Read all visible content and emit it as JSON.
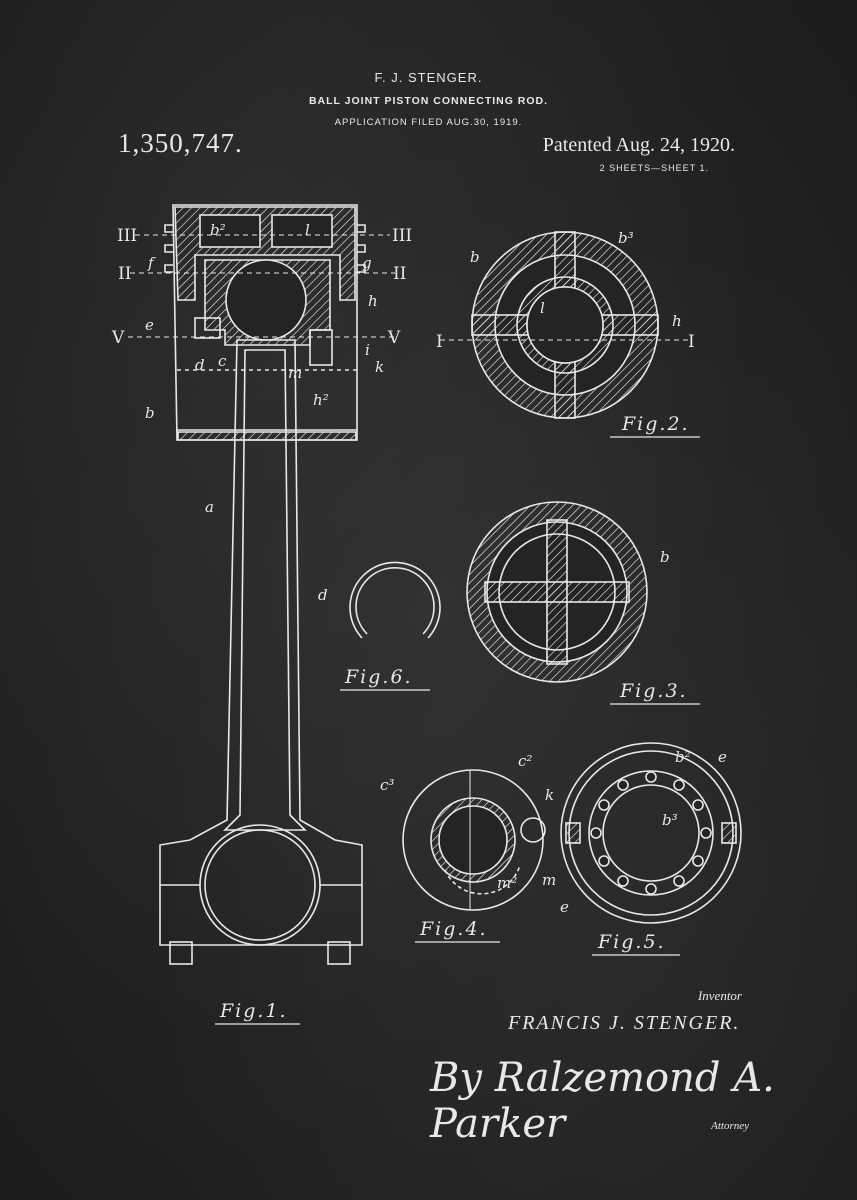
{
  "header": {
    "inventor": "F. J. STENGER.",
    "title": "BALL JOINT PISTON CONNECTING ROD.",
    "filed": "APPLICATION FILED AUG.30, 1919.",
    "patent_number": "1,350,747.",
    "patented": "Patented Aug. 24, 1920.",
    "sheets": "2 SHEETS—SHEET 1."
  },
  "figures": {
    "fig1": "Fig.1.",
    "fig2": "Fig.2.",
    "fig3": "Fig.3.",
    "fig4": "Fig.4.",
    "fig5": "Fig.5.",
    "fig6": "Fig.6."
  },
  "labels": {
    "a": "a",
    "b": "b",
    "b2": "b²",
    "b3": "b³",
    "c": "c",
    "c2": "c²",
    "c3": "c³",
    "d": "d",
    "e": "e",
    "f": "f",
    "g": "g",
    "h": "h",
    "h2": "h²",
    "i": "i",
    "k": "k",
    "l": "l",
    "m": "m",
    "m2": "m²",
    "I": "I",
    "II": "II",
    "III": "III",
    "V": "V"
  },
  "signature": {
    "inventor_label": "Inventor",
    "inventor_name": "FRANCIS J. STENGER.",
    "attorney_signature": "By Ralzemond A. Parker",
    "attorney_label": "Attorney"
  }
}
